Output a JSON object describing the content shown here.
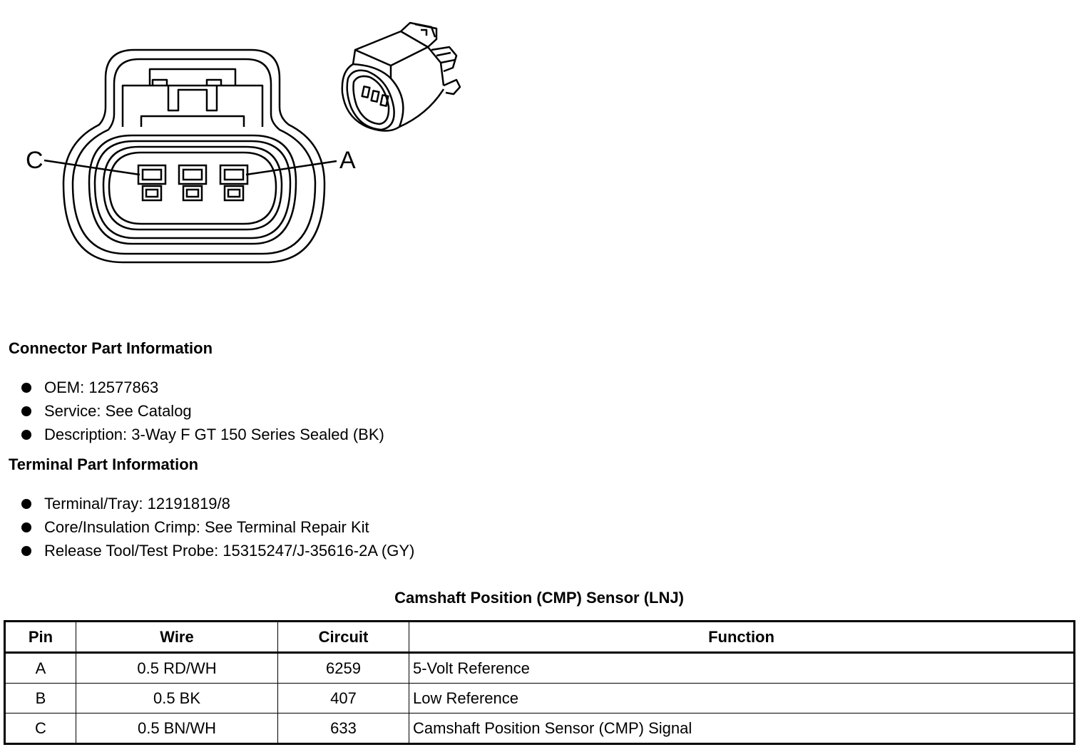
{
  "connector": {
    "pin_labels": {
      "left": "C",
      "right": "A"
    }
  },
  "connector_info": {
    "heading": "Connector Part Information",
    "items": [
      "OEM: 12577863",
      "Service: See Catalog",
      "Description: 3-Way F GT 150 Series Sealed (BK)"
    ]
  },
  "terminal_info": {
    "heading": "Terminal Part Information",
    "items": [
      "Terminal/Tray: 12191819/8",
      "Core/Insulation Crimp: See Terminal Repair Kit",
      "Release Tool/Test Probe: 15315247/J-35616-2A (GY)"
    ]
  },
  "table": {
    "title": "Camshaft Position (CMP) Sensor (LNJ)",
    "headers": [
      "Pin",
      "Wire",
      "Circuit",
      "Function"
    ],
    "rows": [
      [
        "A",
        "0.5 RD/WH",
        "6259",
        "5-Volt Reference"
      ],
      [
        "B",
        "0.5 BK",
        "407",
        "Low Reference"
      ],
      [
        "C",
        "0.5 BN/WH",
        "633",
        "Camshaft Position Sensor (CMP) Signal"
      ]
    ]
  }
}
